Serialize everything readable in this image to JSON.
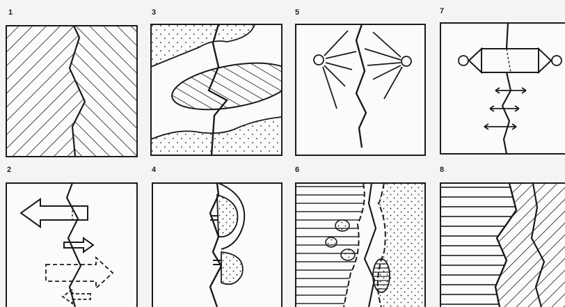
{
  "panels": [
    {
      "number": "1"
    },
    {
      "number": "2"
    },
    {
      "number": "3"
    },
    {
      "number": "4"
    },
    {
      "number": "5"
    },
    {
      "number": "6"
    },
    {
      "number": "7"
    },
    {
      "number": "8"
    }
  ],
  "colors": {
    "ink": "#1a1a1a",
    "paper": "#fbfbf9",
    "background": "#f4f4f2"
  }
}
